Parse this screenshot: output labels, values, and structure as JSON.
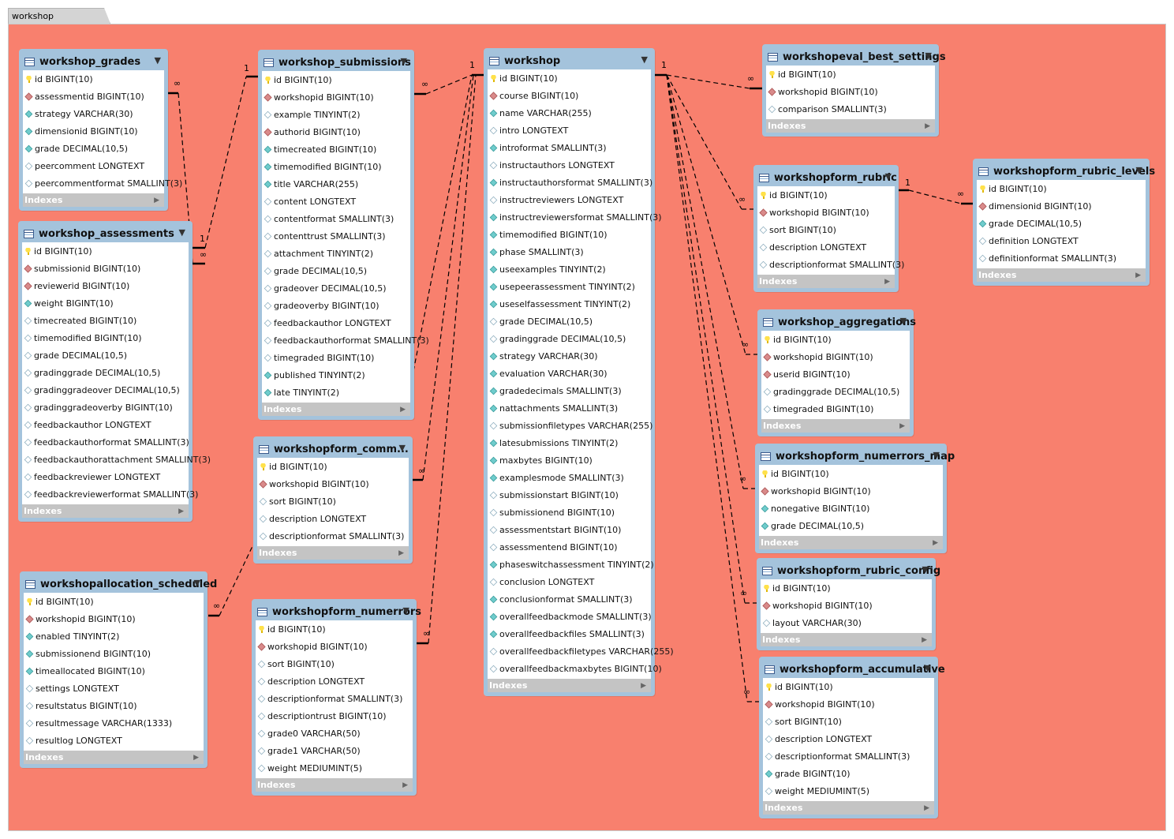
{
  "tab_label": "workshop",
  "indexes_label": "Indexes",
  "colors": {
    "canvas": "#f8806e",
    "table_header": "#a4c3dc",
    "indexes_bar": "#c4c4c4"
  },
  "tables": [
    {
      "name": "workshop_grades",
      "icon": "table-icon",
      "columns": [
        {
          "t": "key",
          "text": "id BIGINT(10)"
        },
        {
          "t": "fk",
          "text": "assessmentid BIGINT(10)"
        },
        {
          "t": "nn",
          "text": "strategy VARCHAR(30)"
        },
        {
          "t": "nn",
          "text": "dimensionid BIGINT(10)"
        },
        {
          "t": "nn",
          "text": "grade DECIMAL(10,5)"
        },
        {
          "t": "nl",
          "text": "peercomment LONGTEXT"
        },
        {
          "t": "nl",
          "text": "peercommentformat SMALLINT(3)"
        }
      ]
    },
    {
      "name": "workshop_assessments",
      "icon": "table-icon",
      "columns": [
        {
          "t": "key",
          "text": "id BIGINT(10)"
        },
        {
          "t": "fk",
          "text": "submissionid BIGINT(10)"
        },
        {
          "t": "fk",
          "text": "reviewerid BIGINT(10)"
        },
        {
          "t": "nn",
          "text": "weight BIGINT(10)"
        },
        {
          "t": "nl",
          "text": "timecreated BIGINT(10)"
        },
        {
          "t": "nl",
          "text": "timemodified BIGINT(10)"
        },
        {
          "t": "nl",
          "text": "grade DECIMAL(10,5)"
        },
        {
          "t": "nl",
          "text": "gradinggrade DECIMAL(10,5)"
        },
        {
          "t": "nl",
          "text": "gradinggradeover DECIMAL(10,5)"
        },
        {
          "t": "nl",
          "text": "gradinggradeoverby BIGINT(10)"
        },
        {
          "t": "nl",
          "text": "feedbackauthor LONGTEXT"
        },
        {
          "t": "nl",
          "text": "feedbackauthorformat SMALLINT(3)"
        },
        {
          "t": "nl",
          "text": "feedbackauthorattachment SMALLINT(3)"
        },
        {
          "t": "nl",
          "text": "feedbackreviewer LONGTEXT"
        },
        {
          "t": "nl",
          "text": "feedbackreviewerformat SMALLINT(3)"
        }
      ]
    },
    {
      "name": "workshopallocation_scheduled",
      "icon": "table-icon",
      "columns": [
        {
          "t": "key",
          "text": "id BIGINT(10)"
        },
        {
          "t": "fk",
          "text": "workshopid BIGINT(10)"
        },
        {
          "t": "nn",
          "text": "enabled TINYINT(2)"
        },
        {
          "t": "nn",
          "text": "submissionend BIGINT(10)"
        },
        {
          "t": "nn",
          "text": "timeallocated BIGINT(10)"
        },
        {
          "t": "nl",
          "text": "settings LONGTEXT"
        },
        {
          "t": "nl",
          "text": "resultstatus BIGINT(10)"
        },
        {
          "t": "nl",
          "text": "resultmessage VARCHAR(1333)"
        },
        {
          "t": "nl",
          "text": "resultlog LONGTEXT"
        }
      ]
    },
    {
      "name": "workshop_submissions",
      "icon": "table-icon",
      "columns": [
        {
          "t": "key",
          "text": "id BIGINT(10)"
        },
        {
          "t": "fk",
          "text": "workshopid BIGINT(10)"
        },
        {
          "t": "nl",
          "text": "example TINYINT(2)"
        },
        {
          "t": "fk",
          "text": "authorid BIGINT(10)"
        },
        {
          "t": "nn",
          "text": "timecreated BIGINT(10)"
        },
        {
          "t": "nn",
          "text": "timemodified BIGINT(10)"
        },
        {
          "t": "nn",
          "text": "title VARCHAR(255)"
        },
        {
          "t": "nl",
          "text": "content LONGTEXT"
        },
        {
          "t": "nl",
          "text": "contentformat SMALLINT(3)"
        },
        {
          "t": "nl",
          "text": "contenttrust SMALLINT(3)"
        },
        {
          "t": "nl",
          "text": "attachment TINYINT(2)"
        },
        {
          "t": "nl",
          "text": "grade DECIMAL(10,5)"
        },
        {
          "t": "nl",
          "text": "gradeover DECIMAL(10,5)"
        },
        {
          "t": "nl",
          "text": "gradeoverby BIGINT(10)"
        },
        {
          "t": "nl",
          "text": "feedbackauthor LONGTEXT"
        },
        {
          "t": "nl",
          "text": "feedbackauthorformat SMALLINT(3)"
        },
        {
          "t": "nl",
          "text": "timegraded BIGINT(10)"
        },
        {
          "t": "nn",
          "text": "published TINYINT(2)"
        },
        {
          "t": "nn",
          "text": "late TINYINT(2)"
        }
      ]
    },
    {
      "name": "workshopform_comm...",
      "icon": "table-icon",
      "columns": [
        {
          "t": "key",
          "text": "id BIGINT(10)"
        },
        {
          "t": "fk",
          "text": "workshopid BIGINT(10)"
        },
        {
          "t": "nl",
          "text": "sort BIGINT(10)"
        },
        {
          "t": "nl",
          "text": "description LONGTEXT"
        },
        {
          "t": "nl",
          "text": "descriptionformat SMALLINT(3)"
        }
      ]
    },
    {
      "name": "workshopform_numerrors",
      "icon": "table-icon",
      "columns": [
        {
          "t": "key",
          "text": "id BIGINT(10)"
        },
        {
          "t": "fk",
          "text": "workshopid BIGINT(10)"
        },
        {
          "t": "nl",
          "text": "sort BIGINT(10)"
        },
        {
          "t": "nl",
          "text": "description LONGTEXT"
        },
        {
          "t": "nl",
          "text": "descriptionformat SMALLINT(3)"
        },
        {
          "t": "nl",
          "text": "descriptiontrust BIGINT(10)"
        },
        {
          "t": "nl",
          "text": "grade0 VARCHAR(50)"
        },
        {
          "t": "nl",
          "text": "grade1 VARCHAR(50)"
        },
        {
          "t": "nl",
          "text": "weight MEDIUMINT(5)"
        }
      ]
    },
    {
      "name": "workshop",
      "icon": "table-icon",
      "columns": [
        {
          "t": "key",
          "text": "id BIGINT(10)"
        },
        {
          "t": "fk",
          "text": "course BIGINT(10)"
        },
        {
          "t": "nn",
          "text": "name VARCHAR(255)"
        },
        {
          "t": "nl",
          "text": "intro LONGTEXT"
        },
        {
          "t": "nn",
          "text": "introformat SMALLINT(3)"
        },
        {
          "t": "nl",
          "text": "instructauthors LONGTEXT"
        },
        {
          "t": "nn",
          "text": "instructauthorsformat SMALLINT(3)"
        },
        {
          "t": "nl",
          "text": "instructreviewers LONGTEXT"
        },
        {
          "t": "nn",
          "text": "instructreviewersformat SMALLINT(3)"
        },
        {
          "t": "nn",
          "text": "timemodified BIGINT(10)"
        },
        {
          "t": "nn",
          "text": "phase SMALLINT(3)"
        },
        {
          "t": "nn",
          "text": "useexamples TINYINT(2)"
        },
        {
          "t": "nn",
          "text": "usepeerassessment TINYINT(2)"
        },
        {
          "t": "nn",
          "text": "useselfassessment TINYINT(2)"
        },
        {
          "t": "nl",
          "text": "grade DECIMAL(10,5)"
        },
        {
          "t": "nl",
          "text": "gradinggrade DECIMAL(10,5)"
        },
        {
          "t": "nn",
          "text": "strategy VARCHAR(30)"
        },
        {
          "t": "nn",
          "text": "evaluation VARCHAR(30)"
        },
        {
          "t": "nn",
          "text": "gradedecimals SMALLINT(3)"
        },
        {
          "t": "nn",
          "text": "nattachments SMALLINT(3)"
        },
        {
          "t": "nl",
          "text": "submissionfiletypes VARCHAR(255)"
        },
        {
          "t": "nn",
          "text": "latesubmissions TINYINT(2)"
        },
        {
          "t": "nn",
          "text": "maxbytes BIGINT(10)"
        },
        {
          "t": "nn",
          "text": "examplesmode SMALLINT(3)"
        },
        {
          "t": "nl",
          "text": "submissionstart BIGINT(10)"
        },
        {
          "t": "nl",
          "text": "submissionend BIGINT(10)"
        },
        {
          "t": "nl",
          "text": "assessmentstart BIGINT(10)"
        },
        {
          "t": "nl",
          "text": "assessmentend BIGINT(10)"
        },
        {
          "t": "nn",
          "text": "phaseswitchassessment TINYINT(2)"
        },
        {
          "t": "nl",
          "text": "conclusion LONGTEXT"
        },
        {
          "t": "nn",
          "text": "conclusionformat SMALLINT(3)"
        },
        {
          "t": "nn",
          "text": "overallfeedbackmode SMALLINT(3)"
        },
        {
          "t": "nn",
          "text": "overallfeedbackfiles SMALLINT(3)"
        },
        {
          "t": "nl",
          "text": "overallfeedbackfiletypes VARCHAR(255)"
        },
        {
          "t": "nl",
          "text": "overallfeedbackmaxbytes BIGINT(10)"
        }
      ]
    },
    {
      "name": "workshopeval_best_settings",
      "icon": "table-icon",
      "columns": [
        {
          "t": "key",
          "text": "id BIGINT(10)"
        },
        {
          "t": "fk",
          "text": "workshopid BIGINT(10)"
        },
        {
          "t": "nl",
          "text": "comparison SMALLINT(3)"
        }
      ]
    },
    {
      "name": "workshopform_rubric",
      "icon": "table-icon",
      "columns": [
        {
          "t": "key",
          "text": "id BIGINT(10)"
        },
        {
          "t": "fk",
          "text": "workshopid BIGINT(10)"
        },
        {
          "t": "nl",
          "text": "sort BIGINT(10)"
        },
        {
          "t": "nl",
          "text": "description LONGTEXT"
        },
        {
          "t": "nl",
          "text": "descriptionformat SMALLINT(3)"
        }
      ]
    },
    {
      "name": "workshopform_rubric_levels",
      "icon": "table-icon",
      "columns": [
        {
          "t": "key",
          "text": "id BIGINT(10)"
        },
        {
          "t": "fk",
          "text": "dimensionid BIGINT(10)"
        },
        {
          "t": "nn",
          "text": "grade DECIMAL(10,5)"
        },
        {
          "t": "nl",
          "text": "definition LONGTEXT"
        },
        {
          "t": "nl",
          "text": "definitionformat SMALLINT(3)"
        }
      ]
    },
    {
      "name": "workshop_aggregations",
      "icon": "table-icon",
      "columns": [
        {
          "t": "key",
          "text": "id BIGINT(10)"
        },
        {
          "t": "fk",
          "text": "workshopid BIGINT(10)"
        },
        {
          "t": "fk",
          "text": "userid BIGINT(10)"
        },
        {
          "t": "nl",
          "text": "gradinggrade DECIMAL(10,5)"
        },
        {
          "t": "nl",
          "text": "timegraded BIGINT(10)"
        }
      ]
    },
    {
      "name": "workshopform_numerrors_map",
      "icon": "table-icon",
      "columns": [
        {
          "t": "key",
          "text": "id BIGINT(10)"
        },
        {
          "t": "fk",
          "text": "workshopid BIGINT(10)"
        },
        {
          "t": "nn",
          "text": "nonegative BIGINT(10)"
        },
        {
          "t": "nn",
          "text": "grade DECIMAL(10,5)"
        }
      ]
    },
    {
      "name": "workshopform_rubric_config",
      "icon": "table-icon",
      "columns": [
        {
          "t": "key",
          "text": "id BIGINT(10)"
        },
        {
          "t": "fk",
          "text": "workshopid BIGINT(10)"
        },
        {
          "t": "nl",
          "text": "layout VARCHAR(30)"
        }
      ]
    },
    {
      "name": "workshopform_accumulative",
      "icon": "table-icon",
      "columns": [
        {
          "t": "key",
          "text": "id BIGINT(10)"
        },
        {
          "t": "fk",
          "text": "workshopid BIGINT(10)"
        },
        {
          "t": "nl",
          "text": "sort BIGINT(10)"
        },
        {
          "t": "nl",
          "text": "description LONGTEXT"
        },
        {
          "t": "nl",
          "text": "descriptionformat SMALLINT(3)"
        },
        {
          "t": "nn",
          "text": "grade BIGINT(10)"
        },
        {
          "t": "nl",
          "text": "weight MEDIUMINT(5)"
        }
      ]
    }
  ],
  "cardinality": {
    "one": "1",
    "many": "∞"
  }
}
